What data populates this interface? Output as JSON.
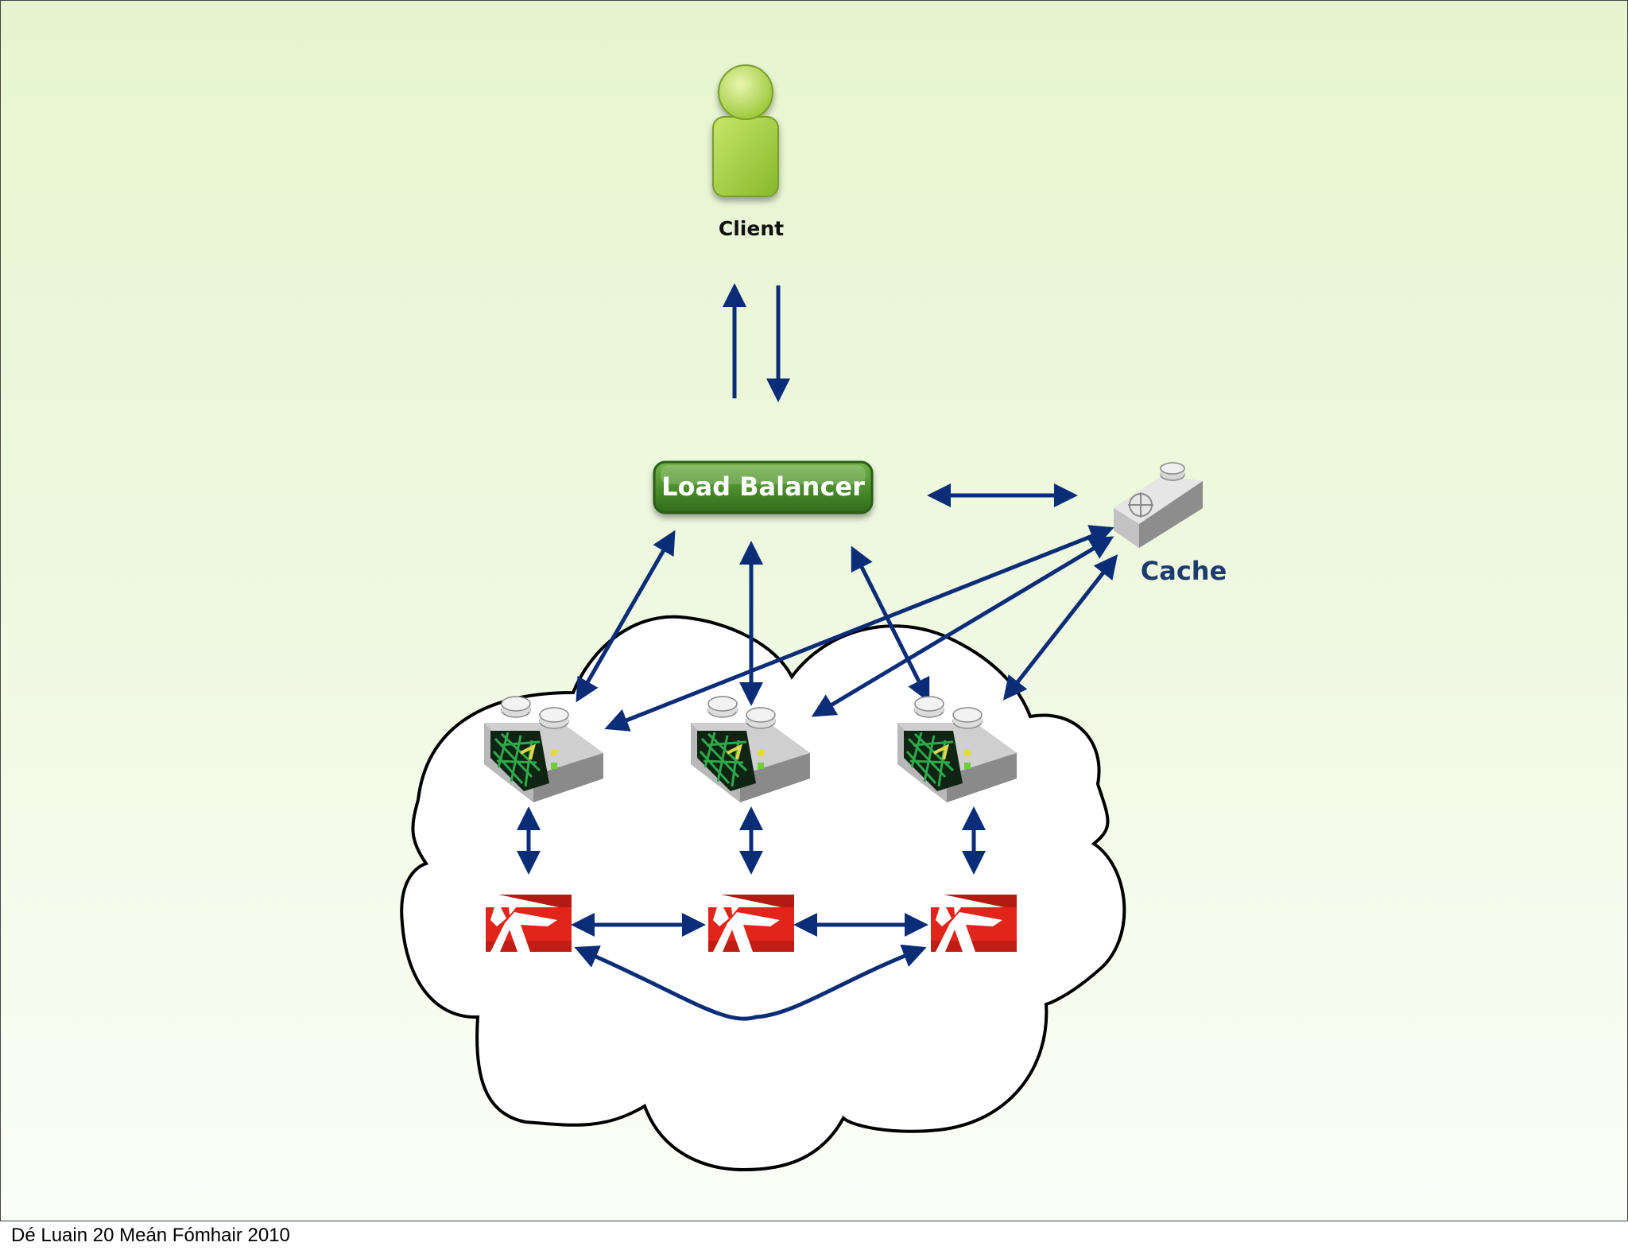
{
  "labels": {
    "client": "Client",
    "load_balancer": "Load Balancer",
    "cache": "Cache"
  },
  "footer": "Dé Luain 20 Meán Fómhair 2010",
  "colors": {
    "arrow": "#0b2d78",
    "load_balancer": "#4b8b2c",
    "client": "#a9d53a",
    "node_red": "#e1251b",
    "cloud_stroke": "#000000"
  },
  "icons": {
    "client": "person-icon",
    "cache": "lego-brick-icon",
    "server": "radar-brick-icon",
    "database": "red-database-icon"
  }
}
